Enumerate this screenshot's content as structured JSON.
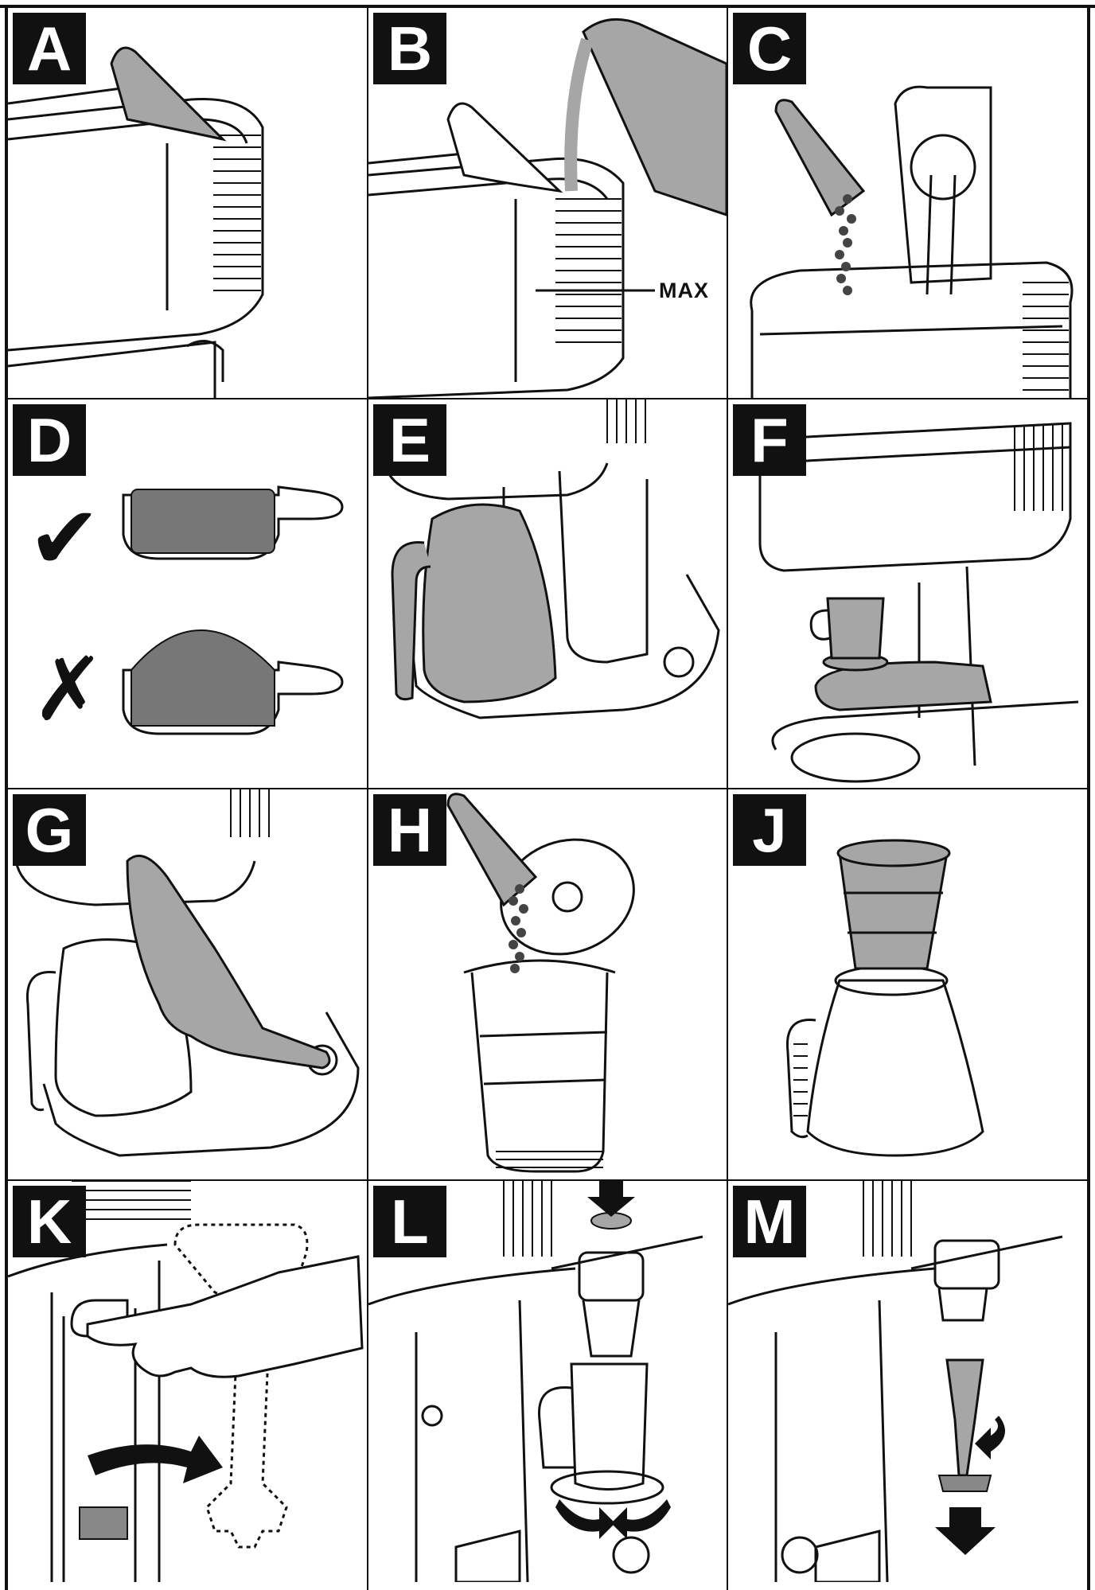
{
  "steps": [
    {
      "letter": "A"
    },
    {
      "letter": "B"
    },
    {
      "letter": "C"
    },
    {
      "letter": "D"
    },
    {
      "letter": "E"
    },
    {
      "letter": "F"
    },
    {
      "letter": "G"
    },
    {
      "letter": "H"
    },
    {
      "letter": "J"
    },
    {
      "letter": "K"
    },
    {
      "letter": "L"
    },
    {
      "letter": "M"
    }
  ],
  "annotations": {
    "max_label": "MAX",
    "correct_mark": "✔",
    "incorrect_mark": "✗"
  },
  "colors": {
    "outline": "#111111",
    "fill_grey": "#a6a6a6",
    "background": "#ffffff"
  }
}
